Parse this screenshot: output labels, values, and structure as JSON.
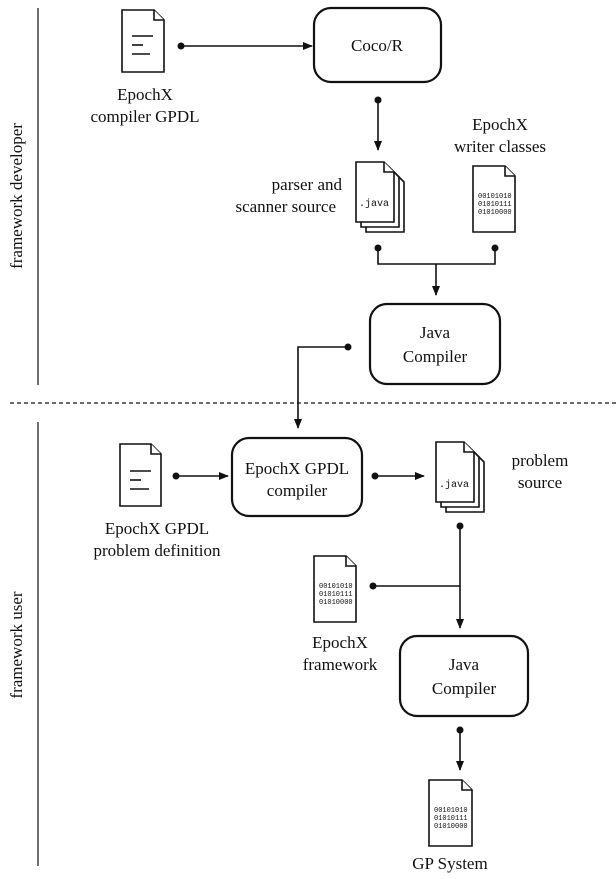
{
  "lanes": {
    "top": "framework developer",
    "bottom": "framework user"
  },
  "nodes": {
    "compiler_gpdl": [
      "EpochX",
      "compiler GPDL"
    ],
    "cocor": "Coco/R",
    "parser_source": [
      "parser and",
      "scanner source"
    ],
    "writer_classes": [
      "EpochX",
      "writer classes"
    ],
    "java_compiler_top": [
      "Java",
      "Compiler"
    ],
    "gpdl_compiler": [
      "EpochX GPDL",
      "compiler"
    ],
    "gpdl_problem": [
      "EpochX GPDL",
      "problem definition"
    ],
    "problem_source": [
      "problem",
      "source"
    ],
    "epochx_framework": [
      "EpochX",
      "framework"
    ],
    "java_compiler_bottom": [
      "Java",
      "Compiler"
    ],
    "gp_system": "GP System"
  },
  "icons": {
    "java_file_label": ".java",
    "binary_lines": [
      "00101010",
      "01010111",
      "01010000"
    ]
  }
}
